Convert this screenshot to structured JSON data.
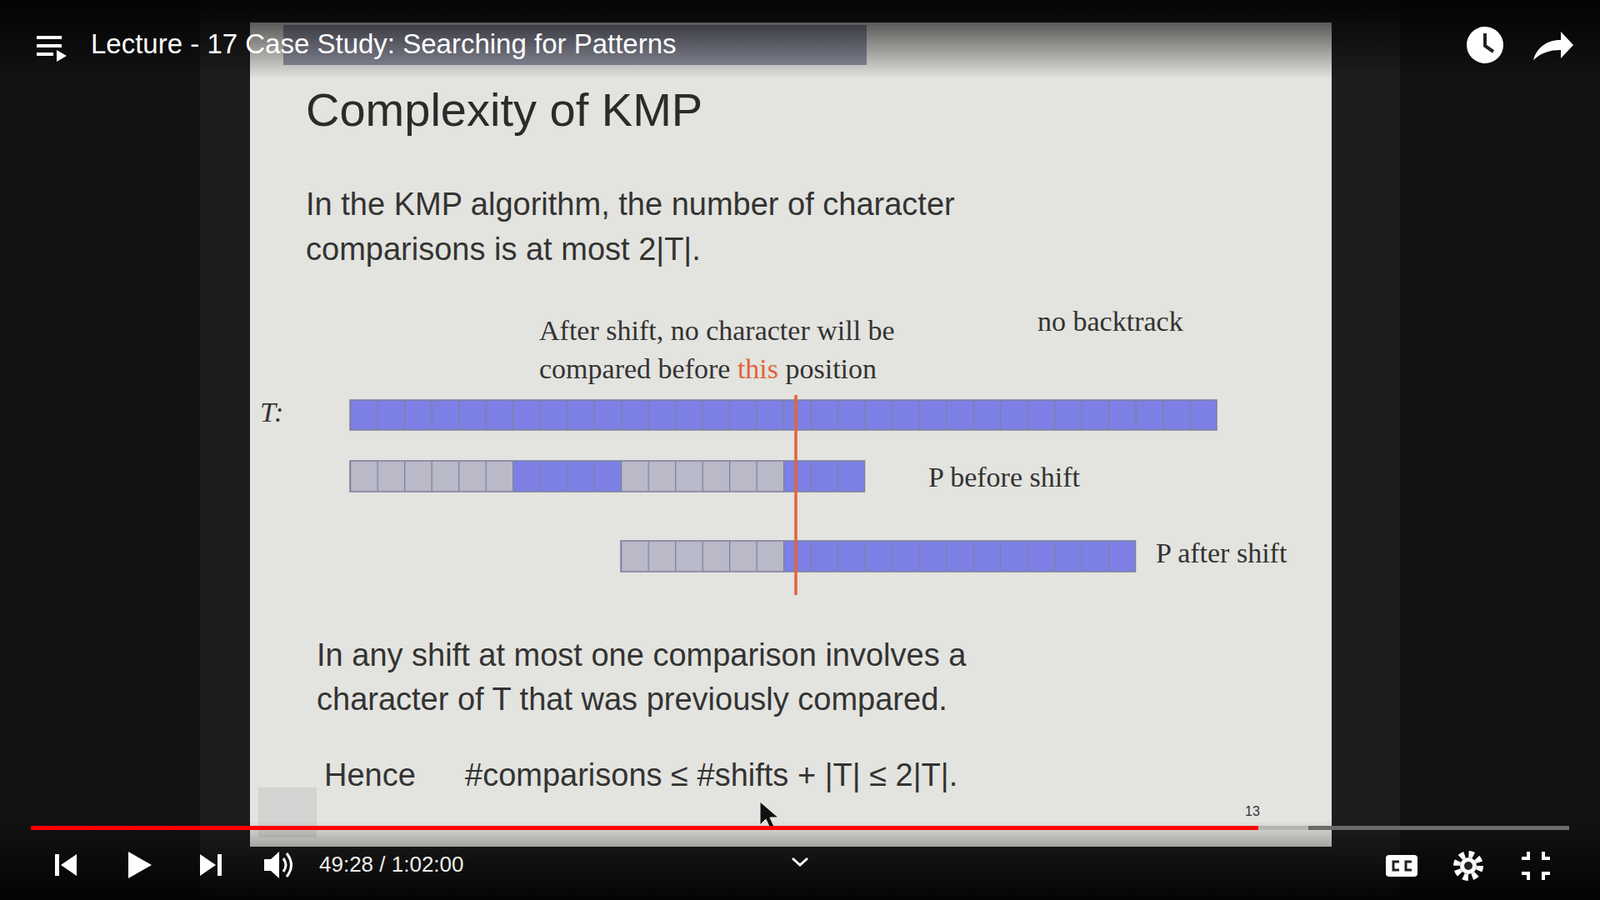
{
  "diagram": {
    "title": "Complexity of KMP",
    "labels": [
      "Lecture - 17 Case Study: Searching for Patterns",
      "In the KMP algorithm, the number of character comparisons is at most 2|T|.",
      "After shift, no character will be compared before",
      "this",
      "position",
      "no backtrack",
      "T:",
      "P before shift",
      "P after shift",
      "In any shift at most one comparison involves a character of T that was previously compared.",
      "Hence",
      "#comparisons ≤ #shifts + |T| ≤ 2|T|.",
      "13",
      "49:28 / 1:02:00"
    ]
  }
}
